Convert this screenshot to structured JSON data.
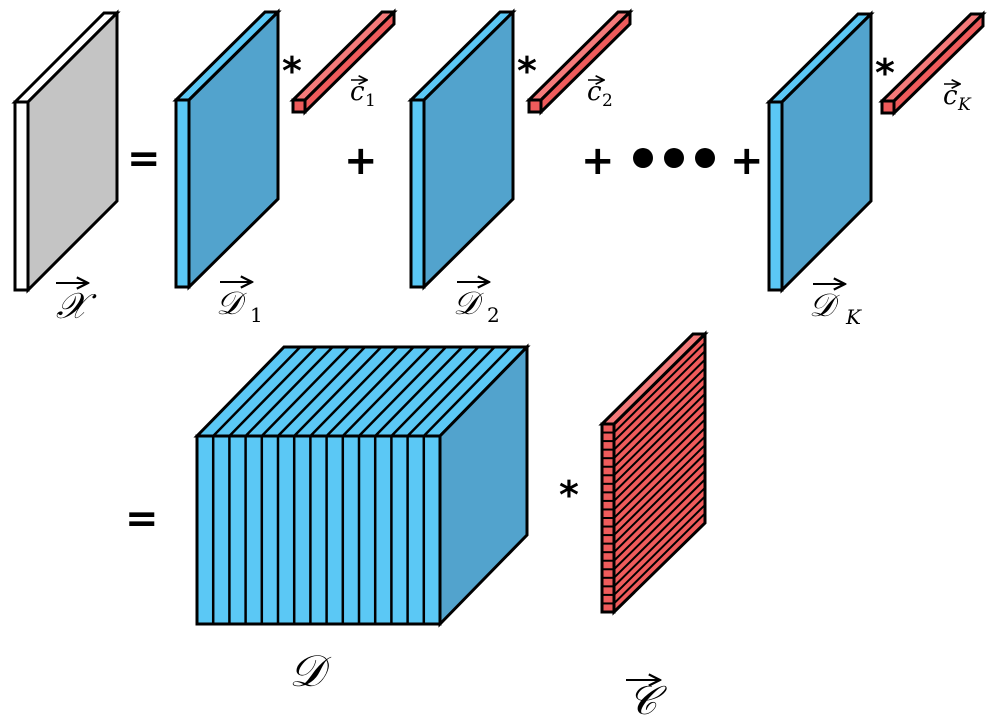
{
  "colors": {
    "stroke": "#000000",
    "x_front": "#ffffff",
    "x_face": "#c4c4c4",
    "d_front": "#5bc8f5",
    "d_face": "#52a3cd",
    "c_fill": "#ef5b5b",
    "c_top": "#f47a7a"
  },
  "operators": {
    "equals": "=",
    "plus": "+",
    "conv": "*"
  },
  "labels": {
    "x": {
      "main": "𝒳"
    },
    "d1": {
      "main": "𝒟",
      "sub": "1"
    },
    "d2": {
      "main": "𝒟",
      "sub": "2"
    },
    "dk": {
      "main": "𝒟",
      "sub": "K"
    },
    "c1": {
      "main": "c",
      "sub": "1"
    },
    "c2": {
      "main": "c",
      "sub": "2"
    },
    "ck": {
      "main": "c",
      "sub": "K"
    },
    "D": {
      "main": "𝒟"
    },
    "C": {
      "main": "𝒞"
    }
  },
  "dots": 3,
  "block_slices": 15,
  "c_cells": 22
}
